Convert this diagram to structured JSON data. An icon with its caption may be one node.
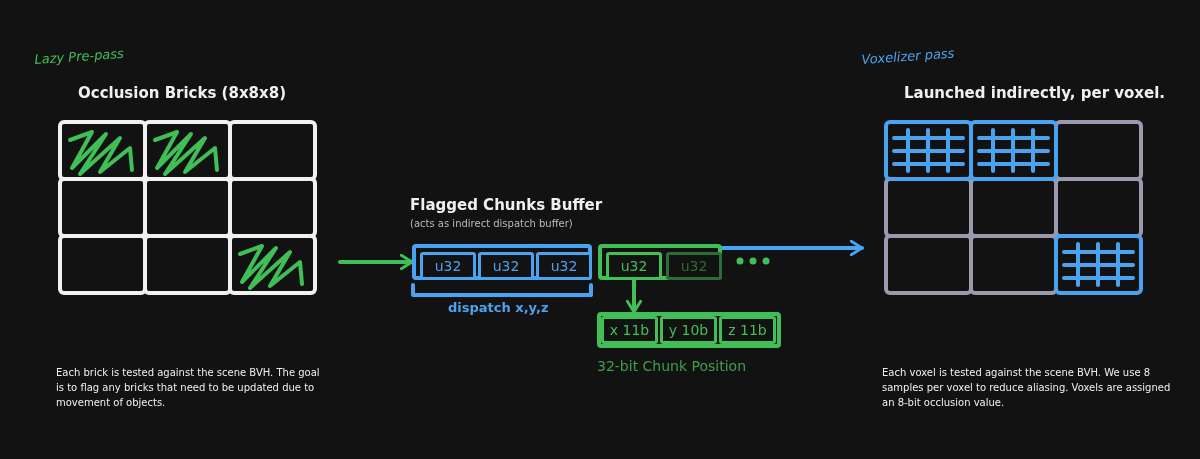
{
  "diagram": {
    "nodes": [
      {
        "text": [
          "Occlusion Bricks (8x8x8)"
        ]
      },
      {
        "text": [
          "Flagged Chunks Buffer",
          "(acts as indirect dispatch buffer)"
        ]
      },
      {
        "text": [],
        "shape": "box"
      },
      {
        "text": [
          "u32"
        ],
        "in": 2
      },
      {
        "text": [
          "u32"
        ],
        "in": 2
      },
      {
        "text": [
          "u32"
        ],
        "in": 2
      },
      {
        "text": [],
        "shape": "box"
      },
      {
        "text": [
          "u32"
        ],
        "in": 6
      },
      {
        "text": [
          "u32"
        ],
        "in": 6
      },
      {
        "text": [
          "32-bit Chunk Position"
        ]
      },
      {
        "text": [
          "x 11b"
        ],
        "in": 9
      },
      {
        "text": [
          "y 10b"
        ],
        "in": 9
      },
      {
        "text": [
          "z 11b"
        ],
        "in": 9
      },
      {
        "text": [
          "Launched indirectly, per voxel."
        ]
      }
    ],
    "edges": [
      {
        "from": 0,
        "to": 2,
        "arrow": "to"
      },
      {
        "from": 7,
        "to": 9,
        "arrow": "to"
      },
      {
        "from": 6,
        "to": 13,
        "arrow": "to",
        "color": "#4aa3f0"
      }
    ],
    "labels": [
      "Lazy Pre-pass",
      "dispatch x,y,z",
      "Voxelizer pass",
      "Each brick is tested against the scene BVH. The goal is to flag any bricks that need to be updated due to movement of objects.",
      "Each voxel is tested against the scene BVH. We use 8 samples per voxel to reduce aliasing. Voxels are assigned an 8-bit occlusion value."
    ]
  }
}
